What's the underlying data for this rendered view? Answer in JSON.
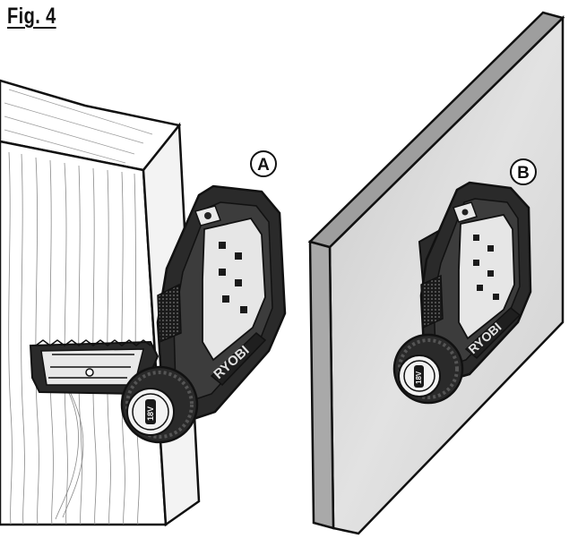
{
  "figure": {
    "title": "Fig. 4"
  },
  "callouts": {
    "a": "A",
    "b": "B"
  },
  "device": {
    "brand_label": "RYOBI",
    "knob_label": "18V"
  },
  "colors": {
    "ink": "#111111",
    "wall_face": "#d6d6d6",
    "wall_edge": "#a9a9a9",
    "device_body": "#2a2a2a",
    "device_panel": "#e8e8e8",
    "wood": "#ffffff"
  }
}
